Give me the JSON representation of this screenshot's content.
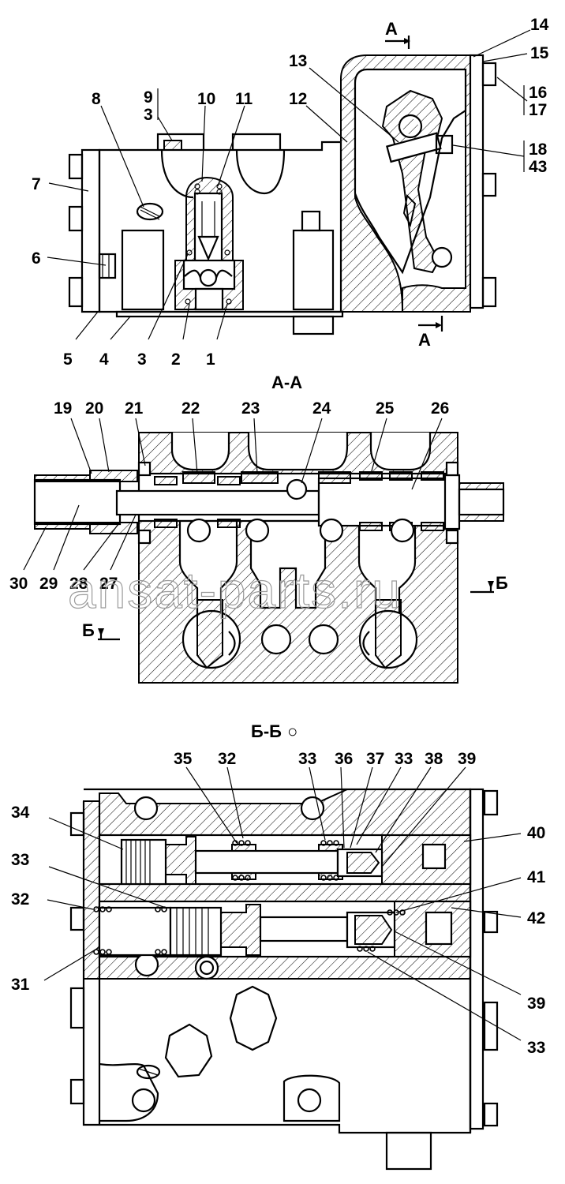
{
  "views": {
    "main_labels": [
      "1",
      "2",
      "3",
      "4",
      "5",
      "6",
      "7",
      "8",
      "9",
      "3",
      "10",
      "11",
      "12",
      "13",
      "14",
      "15",
      "16",
      "17",
      "18",
      "43"
    ],
    "section_aa_title": "А-А",
    "section_aa_labels": [
      "19",
      "20",
      "21",
      "22",
      "23",
      "24",
      "25",
      "26",
      "27",
      "28",
      "29",
      "30"
    ],
    "section_bb_title": "Б-Б",
    "section_bb_symbol": "○",
    "section_bb_labels": [
      "31",
      "32",
      "33",
      "34",
      "35",
      "32",
      "33",
      "36",
      "37",
      "33",
      "38",
      "39",
      "40",
      "41",
      "42",
      "39",
      "33"
    ]
  },
  "cut_markers": {
    "a_top": "А",
    "a_bottom": "А",
    "b_left": "Б",
    "b_right": "Б"
  },
  "watermark": "ansat-parts.ru",
  "colors": {
    "line": "#000000",
    "background": "#ffffff",
    "watermark": "#9a9a9a"
  }
}
